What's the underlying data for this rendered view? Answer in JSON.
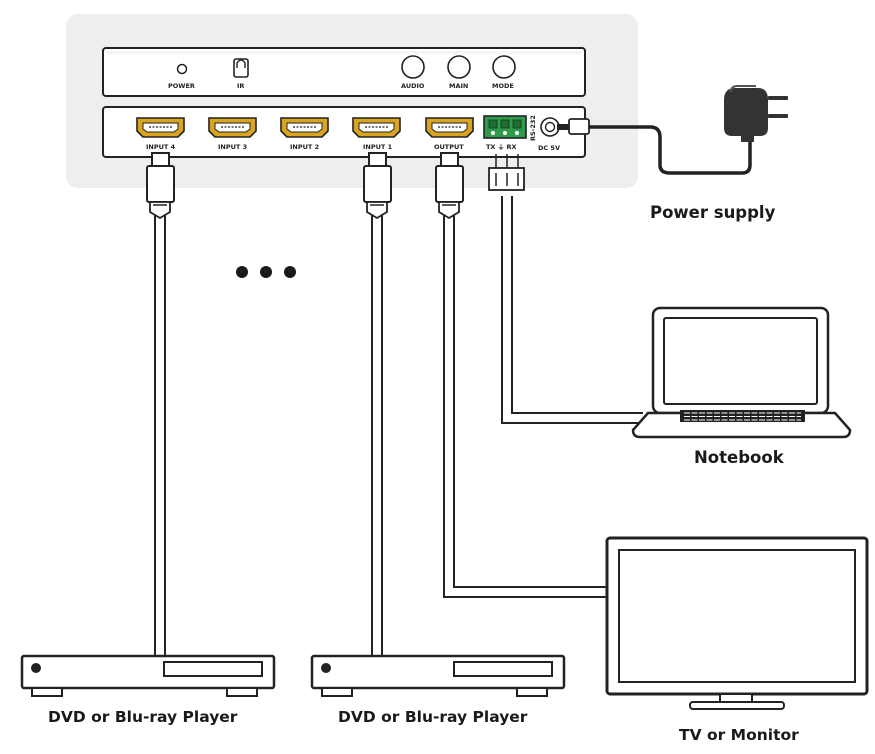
{
  "front_panel": {
    "power_label": "POWER",
    "ir_label": "IR",
    "audio_label": "AUDIO",
    "main_label": "MAIN",
    "mode_label": "MODE"
  },
  "rear_panel": {
    "input4_label": "INPUT 4",
    "input3_label": "INPUT 3",
    "input2_label": "INPUT 2",
    "input1_label": "INPUT 1",
    "output_label": "OUTPUT",
    "rs232_label": "RS-232",
    "rs232_pins_label": "TX ⏚ RX",
    "dc_label": "DC 5V"
  },
  "devices": {
    "power_supply": "Power supply",
    "notebook": "Notebook",
    "tv": "TV or Monitor",
    "player_left": "DVD or Blu-ray Player",
    "player_right": "DVD or Blu-ray Player"
  },
  "colors": {
    "hdmi_port": "#d9a520",
    "terminal_block": "#2e9a4a",
    "panel_background": "#eeeeee"
  }
}
